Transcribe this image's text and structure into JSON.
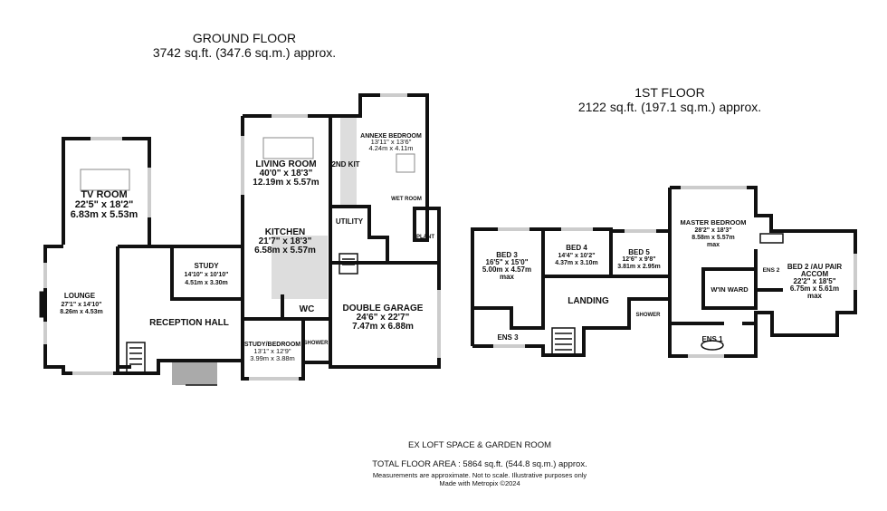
{
  "ground_floor": {
    "title": "GROUND FLOOR",
    "area": "3742 sq.ft. (347.6 sq.m.) approx.",
    "rooms": {
      "tv_room": {
        "name": "TV ROOM",
        "imperial": "22'5\"  x 18'2\"",
        "metric": "6.83m  x 5.53m"
      },
      "lounge": {
        "name": "LOUNGE",
        "imperial": "27'1\"  x 14'10\"",
        "metric": "8.26m  x 4.53m"
      },
      "reception_hall": {
        "name": "RECEPTION HALL"
      },
      "study": {
        "name": "STUDY",
        "imperial": "14'10\"  x 10'10\"",
        "metric": "4.51m  x 3.30m"
      },
      "living_room": {
        "name": "LIVING ROOM",
        "imperial": "40'0\"  x 18'3\"",
        "metric": "12.19m  x 5.57m"
      },
      "kitchen": {
        "name": "KITCHEN",
        "imperial": "21'7\"  x 18'3\"",
        "metric": "6.58m  x 5.57m"
      },
      "second_kit": {
        "name": "2ND KIT"
      },
      "annexe_bedroom": {
        "name": "ANNEXE BEDROOM",
        "imperial": "13'11\"  x 13'6\"",
        "metric": "4.24m  x 4.11m"
      },
      "wet_room": {
        "name": "WET ROOM"
      },
      "utility": {
        "name": "UTILITY"
      },
      "plant": {
        "name": "PLANT"
      },
      "wc": {
        "name": "WC"
      },
      "double_garage": {
        "name": "DOUBLE GARAGE",
        "imperial": "24'6\"  x 22'7\"",
        "metric": "7.47m  x 6.88m"
      },
      "study_bedroom": {
        "name": "STUDY/BEDROOM",
        "imperial": "13'1\"  x 12'9\"",
        "metric": "3.99m  x 3.88m"
      },
      "shower": {
        "name": "SHOWER"
      }
    }
  },
  "first_floor": {
    "title": "1ST FLOOR",
    "area": "2122 sq.ft. (197.1 sq.m.) approx.",
    "rooms": {
      "bed3": {
        "name": "BED 3",
        "imperial": "16'5\"  x 15'0\"",
        "metric": "5.00m  x 4.57m",
        "note": "max"
      },
      "bed4": {
        "name": "BED 4",
        "imperial": "14'4\"  x 10'2\"",
        "metric": "4.37m  x 3.10m"
      },
      "bed5": {
        "name": "BED 5",
        "imperial": "12'6\"  x 9'8\"",
        "metric": "3.81m  x 2.95m"
      },
      "master_bedroom": {
        "name": "MASTER BEDROOM",
        "imperial": "28'2\"  x 18'3\"",
        "metric": "8.58m  x 5.57m",
        "note": "max"
      },
      "landing": {
        "name": "LANDING"
      },
      "ens3": {
        "name": "ENS 3"
      },
      "shower": {
        "name": "SHOWER"
      },
      "win_ward": {
        "name": "W'IN WARD"
      },
      "ens1": {
        "name": "ENS 1"
      },
      "ens2": {
        "name": "ENS 2"
      },
      "bed2": {
        "name": "BED 2 /AU PAIR",
        "name2": "ACCOM",
        "imperial": "22'2\"  x 18'5\"",
        "metric": "6.75m  x 5.61m",
        "note": "max"
      }
    }
  },
  "footer": {
    "ex_note": "EX LOFT SPACE & GARDEN ROOM",
    "total_area": "TOTAL FLOOR AREA : 5864 sq.ft. (544.8 sq.m.) approx.",
    "disclaimer": "Measurements are approximate.  Not to scale.  Illustrative purposes only",
    "credit": "Made with Metropix ©2024"
  }
}
